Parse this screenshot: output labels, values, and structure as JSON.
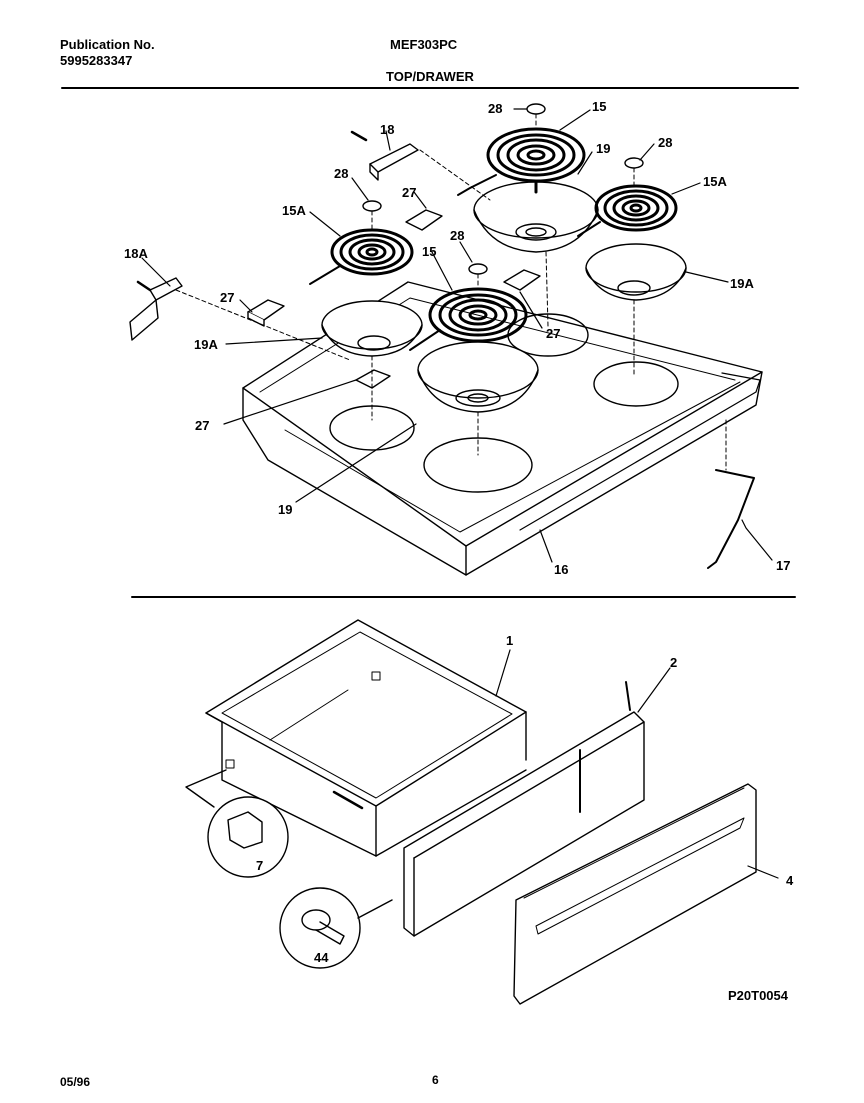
{
  "header": {
    "publication_label": "Publication No.",
    "publication_number": "5995283347",
    "model": "MEF303PC",
    "section": "TOP/DRAWER"
  },
  "callouts": {
    "c28a": "28",
    "c15a": "15",
    "c19a": "19",
    "c28b": "28",
    "c15Aright": "15A",
    "c18": "18",
    "c27a": "27",
    "c28c": "28",
    "c15Aleft": "15A",
    "c18A": "18A",
    "c28d": "28",
    "c15b": "15",
    "c27b": "27",
    "c19Aright": "19A",
    "c27c": "27",
    "c19Aleft": "19A",
    "c27d": "27",
    "c19b": "19",
    "c16": "16",
    "c17": "17",
    "c1": "1",
    "c2": "2",
    "c4": "4",
    "c7": "7",
    "c44": "44"
  },
  "figure_code": "P20T0054",
  "footer": {
    "date": "05/96",
    "page": "6"
  }
}
